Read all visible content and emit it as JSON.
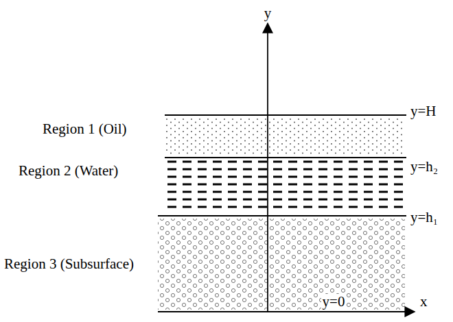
{
  "diagram": {
    "labels": [
      "y",
      "Region 1 (Oil)",
      "y=H",
      "Region 2 (Water)",
      "y=h₂",
      "y=h₁",
      "Region 3 (Subsurface)",
      "y=0",
      "x"
    ]
  }
}
